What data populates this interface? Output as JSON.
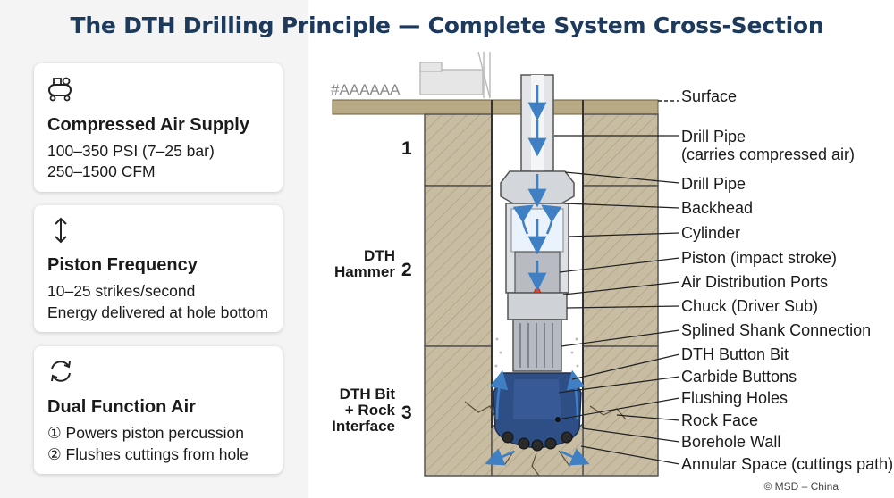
{
  "title": "The DTH Drilling Principle — Complete System Cross-Section",
  "cards": [
    {
      "icon": "air-compressor-icon",
      "title": "Compressed Air Supply",
      "lines": [
        "100–350 PSI (7–25 bar)",
        "250–1500 CFM"
      ]
    },
    {
      "icon": "up-down-arrow-icon",
      "title": "Piston Frequency",
      "lines": [
        "10–25 strikes/second",
        "Energy delivered at hole bottom"
      ]
    },
    {
      "icon": "cycle-arrows-icon",
      "title": "Dual Function Air",
      "lines": [
        "① Powers piston percussion",
        "② Flushes cuttings from hole"
      ]
    }
  ],
  "diagram": {
    "stray_text": "#AAAAAA",
    "sections": [
      {
        "num": "1",
        "name": ""
      },
      {
        "num": "2",
        "name": "DTH\nHammer"
      },
      {
        "num": "3",
        "name": "DTH Bit\n+ Rock\nInterface"
      }
    ],
    "labels": [
      "Surface",
      "Drill Pipe\n(carries compressed air)",
      "Drill Pipe",
      "Backhead",
      "Cylinder",
      "Piston (impact stroke)",
      "Air Distribution Ports",
      "Chuck (Driver Sub)",
      "Splined Shank Connection",
      "DTH Button Bit",
      "Carbide Buttons",
      "Flushing Holes",
      "Rock Face",
      "Borehole Wall",
      "Annular Space (cuttings path)"
    ]
  },
  "credit": "© MSD – China",
  "colors": {
    "title": "#1d3a5c",
    "arrow_blue": "#3f7fc4",
    "bit_blue": "#2e4f86",
    "rock": "#c4b89c",
    "impact": "#e8462a"
  }
}
